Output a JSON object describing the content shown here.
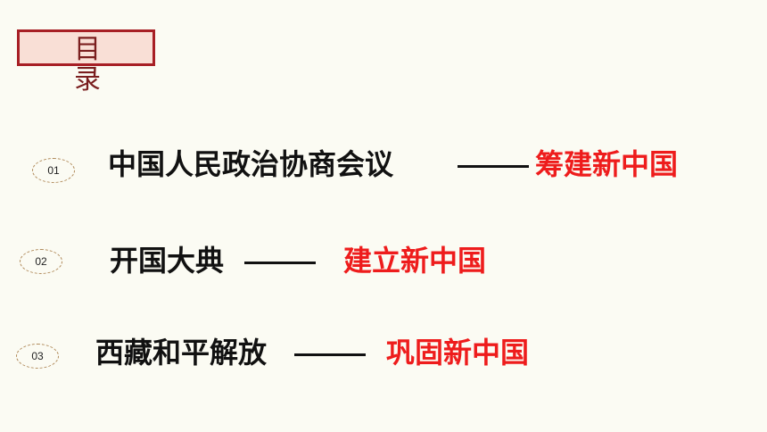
{
  "header": {
    "title": "目录"
  },
  "items": [
    {
      "number": "01",
      "topic": "中国人民政治协商会议",
      "result": "筹建新中国"
    },
    {
      "number": "02",
      "topic": "开国大典",
      "result": "建立新中国"
    },
    {
      "number": "03",
      "topic": "西藏和平解放",
      "result": "巩固新中国"
    }
  ],
  "colors": {
    "accent": "#a71f25",
    "title_box_fill": "#f9dfd6",
    "highlight_text": "#ee1c1c",
    "background": "#fbfbf3"
  }
}
